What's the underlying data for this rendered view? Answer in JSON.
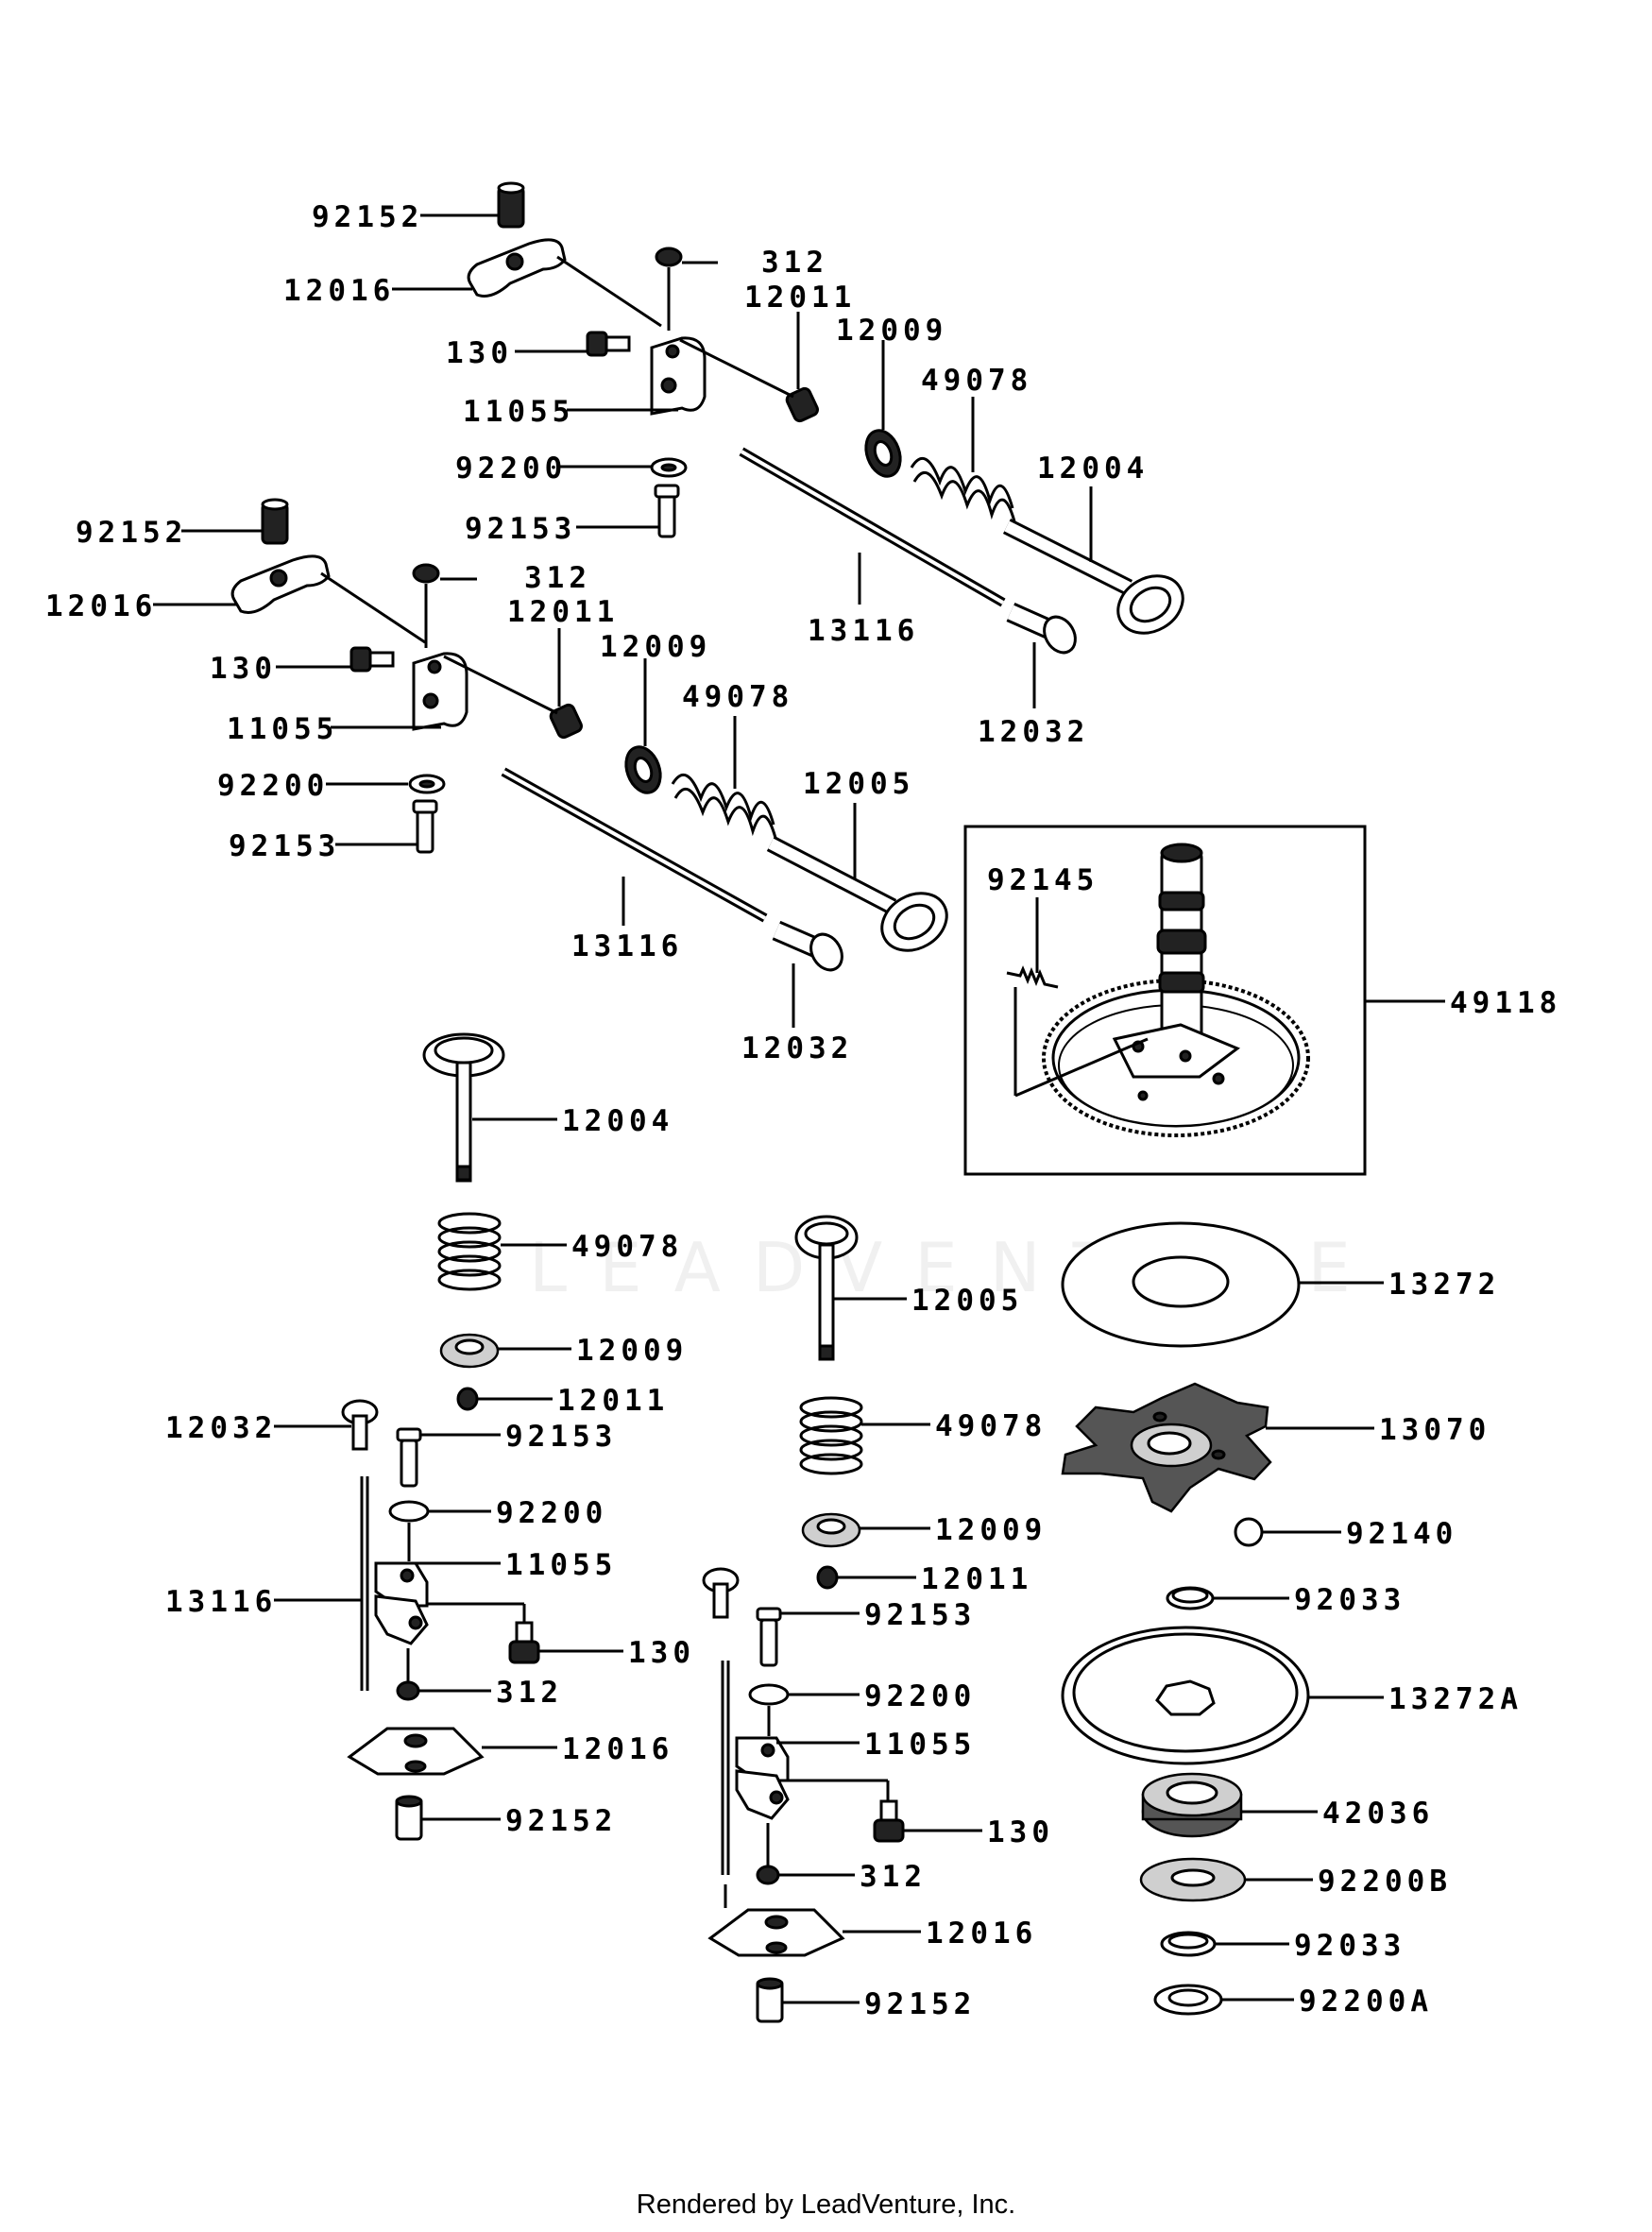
{
  "watermark": "LEADVENTURE",
  "footer": "Rendered by LeadVenture, Inc.",
  "group_a": {
    "p92152": "92152",
    "p12016": "12016",
    "p312": "312",
    "p12011": "12011",
    "p130": "130",
    "p12009": "12009",
    "p49078": "49078",
    "p11055": "11055",
    "p12004": "12004",
    "p92200": "92200",
    "p92153": "92153",
    "p13116": "13116",
    "p12032": "12032"
  },
  "group_b": {
    "p92152": "92152",
    "p12016": "12016",
    "p312": "312",
    "p12011": "12011",
    "p130": "130",
    "p12009": "12009",
    "p49078": "49078",
    "p11055": "11055",
    "p12005": "12005",
    "p92200": "92200",
    "p92153": "92153",
    "p13116": "13116",
    "p12032": "12032"
  },
  "camshaft_box": {
    "p92145": "92145",
    "p49118": "49118"
  },
  "column_left": {
    "p12004": "12004",
    "p49078": "49078",
    "p12009": "12009",
    "p12011": "12011",
    "p12032": "12032",
    "p92153": "92153",
    "p92200": "92200",
    "p11055": "11055",
    "p13116": "13116",
    "p130": "130",
    "p312": "312",
    "p12016": "12016",
    "p92152": "92152"
  },
  "column_middle": {
    "p12005": "12005",
    "p49078": "49078",
    "p12009": "12009",
    "p12011": "12011",
    "p92153": "92153",
    "p92200": "92200",
    "p11055": "11055",
    "p130": "130",
    "p312": "312",
    "p12016": "12016",
    "p92152": "92152"
  },
  "column_right": {
    "p13272": "13272",
    "p13070": "13070",
    "p92140": "92140",
    "p92033a": "92033",
    "p13272A": "13272A",
    "p42036": "42036",
    "p92200B": "92200B",
    "p92033b": "92033",
    "p92200A": "92200A"
  }
}
